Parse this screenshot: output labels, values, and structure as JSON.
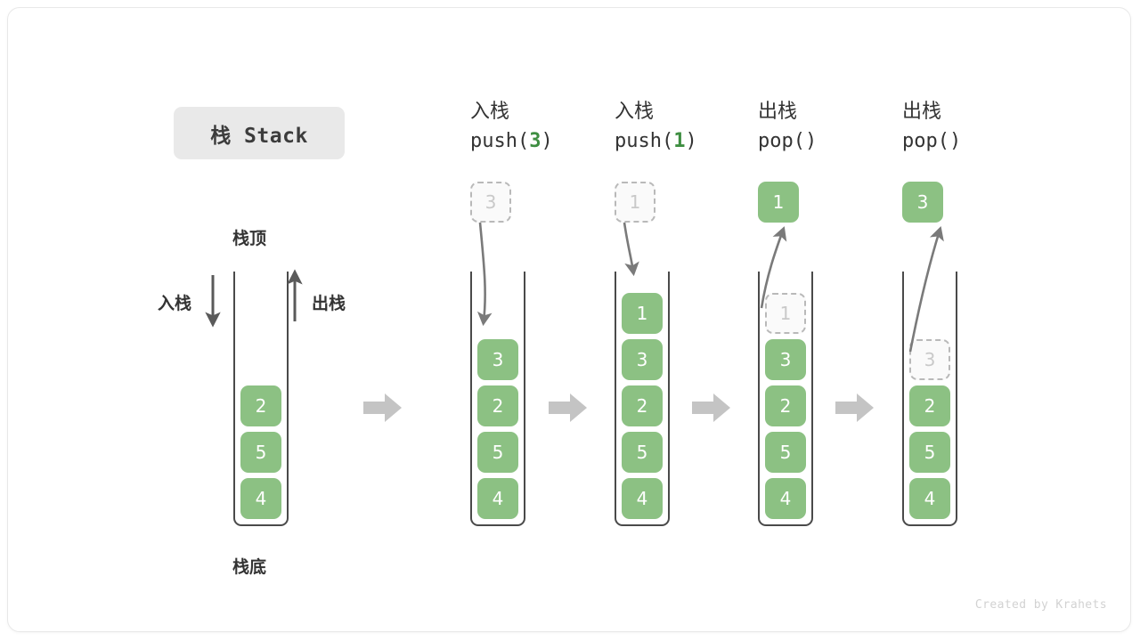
{
  "card": {
    "title_chip": "栈 Stack",
    "credit": "Created by Krahets"
  },
  "annotations": {
    "top_label": "栈顶",
    "bottom_label": "栈底",
    "push_label": "入栈",
    "pop_label": "出栈"
  },
  "colors": {
    "cell_green": "#8cc183",
    "code_accent": "#3e8e41",
    "ghost_border": "#b9b9b9",
    "ghost_text": "#c9c9c9",
    "container_line": "#4a4a4a",
    "block_arrow": "#c4c4c4",
    "curve_arrow": "#7a7a7a",
    "chip_bg": "#e9e9e9",
    "text": "#333333"
  },
  "columns": [
    {
      "id": "initial",
      "header_cn": "",
      "header_code": "",
      "header_code_arg": "",
      "cells": [
        "2",
        "5",
        "4"
      ],
      "float_box": null,
      "float_box_kind": "none",
      "ghost_index": -1
    },
    {
      "id": "push-3",
      "header_cn": "入栈",
      "header_code_pre": "push(",
      "header_code_arg": "3",
      "header_code_post": ")",
      "cells": [
        "3",
        "2",
        "5",
        "4"
      ],
      "float_box": "3",
      "float_box_kind": "ghost",
      "ghost_index": -1
    },
    {
      "id": "push-1",
      "header_cn": "入栈",
      "header_code_pre": "push(",
      "header_code_arg": "1",
      "header_code_post": ")",
      "cells": [
        "1",
        "3",
        "2",
        "5",
        "4"
      ],
      "float_box": "1",
      "float_box_kind": "ghost",
      "ghost_index": -1
    },
    {
      "id": "pop-1",
      "header_cn": "出栈",
      "header_code_pre": "pop(",
      "header_code_arg": "",
      "header_code_post": ")",
      "cells": [
        "1",
        "3",
        "2",
        "5",
        "4"
      ],
      "float_box": "1",
      "float_box_kind": "solid",
      "ghost_index": 0
    },
    {
      "id": "pop-3",
      "header_cn": "出栈",
      "header_code_pre": "pop(",
      "header_code_arg": "",
      "header_code_post": ")",
      "cells": [
        "3",
        "2",
        "5",
        "4"
      ],
      "float_box": "3",
      "float_box_kind": "solid",
      "ghost_index": 0
    }
  ]
}
